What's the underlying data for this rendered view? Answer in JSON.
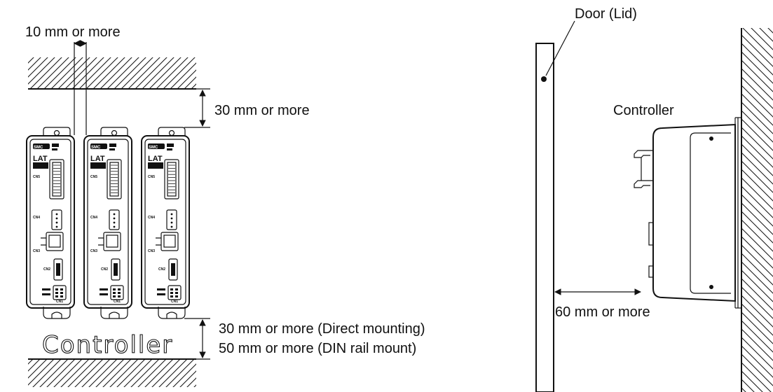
{
  "labels": {
    "gap_side": "10 mm or more",
    "gap_top": "30 mm or more",
    "gap_bottom_direct": "30 mm or more (Direct mounting)",
    "gap_bottom_din": "50 mm or more (DIN rail mount)",
    "controller_front": "Controller",
    "door": "Door (Lid)",
    "controller_side": "Controller",
    "gap_door": "60 mm or more"
  },
  "unit_panel": {
    "brand": "SMC",
    "model": "LAT",
    "ports": [
      "CN5",
      "CN4",
      "CN3",
      "CN2",
      "CN1"
    ]
  },
  "unit_count": 3
}
